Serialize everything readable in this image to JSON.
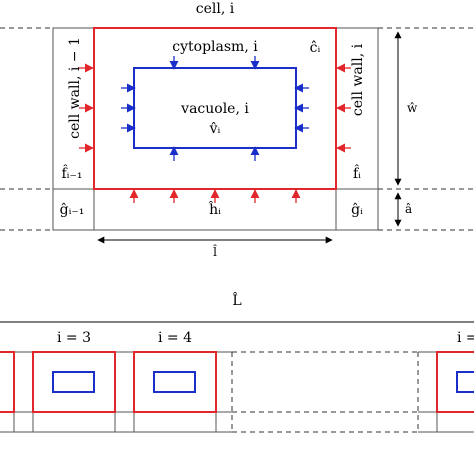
{
  "labels": {
    "cell_title": "cell, i",
    "cytoplasm": "cytoplasm, i",
    "c_hat": "ĉᵢ",
    "vacuole": "vacuole, i",
    "v_hat": "v̂ᵢ",
    "cell_wall_left": "cell wall, i − 1",
    "cell_wall_right": "cell wall, i",
    "f_left": "f̂ᵢ₋₁",
    "f_right": "f̂ᵢ",
    "g_left": "ĝᵢ₋₁",
    "g_right": "ĝᵢ",
    "h_center": "ĥᵢ",
    "w_hat": "ŵ",
    "a_hat": "â",
    "l_hat": "l̂",
    "L_hat": "L̂",
    "i3": "i = 3",
    "i4": "i = 4",
    "i_partial": "i ="
  },
  "colors": {
    "cell": "#e3262b",
    "vacuole": "#1a2fc9",
    "line": "#000000",
    "dashed": "#333333",
    "grey": "#555555"
  }
}
